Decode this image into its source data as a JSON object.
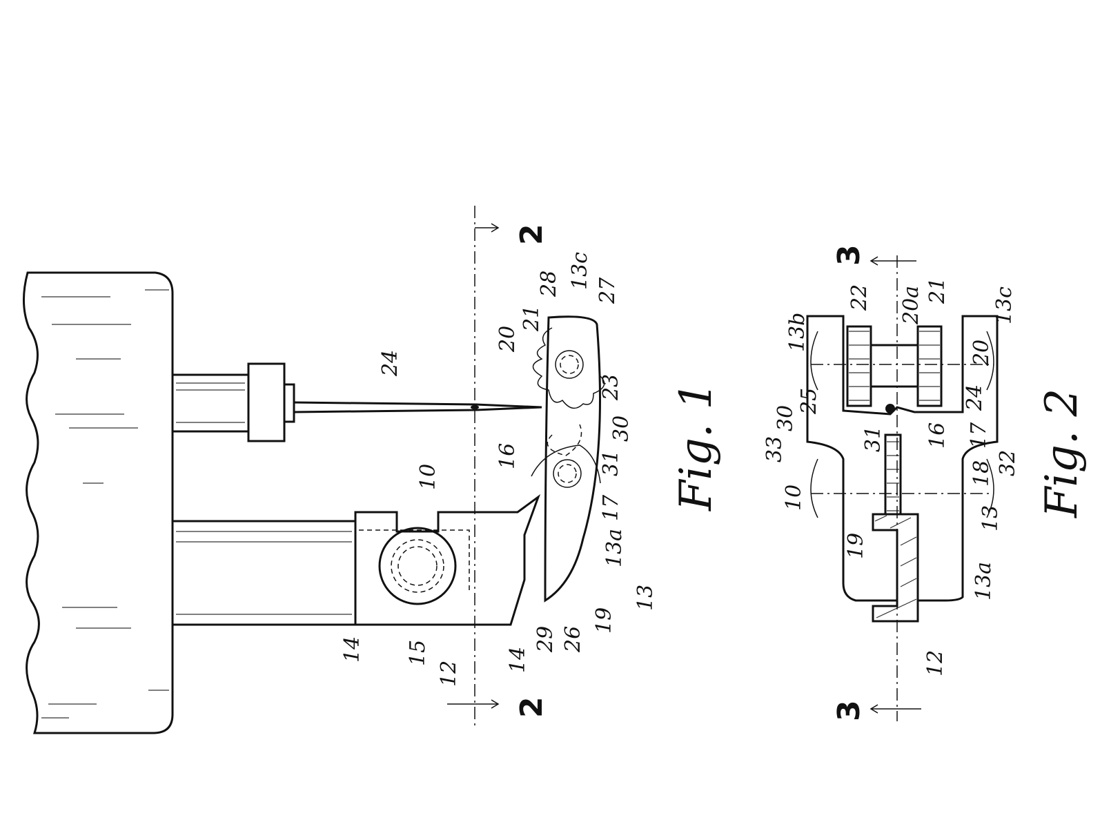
{
  "figure1": {
    "caption": "Fig. 1",
    "section_marks": [
      "2",
      "2"
    ],
    "labels": [
      "24",
      "10",
      "16",
      "20",
      "21",
      "28",
      "13c",
      "27",
      "23",
      "30",
      "31",
      "17",
      "13a",
      "13",
      "19",
      "26",
      "29",
      "14",
      "14",
      "15",
      "12"
    ]
  },
  "figure2": {
    "caption": "Fig. 2",
    "section_marks": [
      "3",
      "3"
    ],
    "labels": [
      "13b",
      "22",
      "20a",
      "21",
      "13c",
      "20",
      "24",
      "25",
      "30",
      "33",
      "31",
      "16",
      "17",
      "32",
      "18",
      "10",
      "19",
      "13",
      "13a",
      "12"
    ]
  }
}
